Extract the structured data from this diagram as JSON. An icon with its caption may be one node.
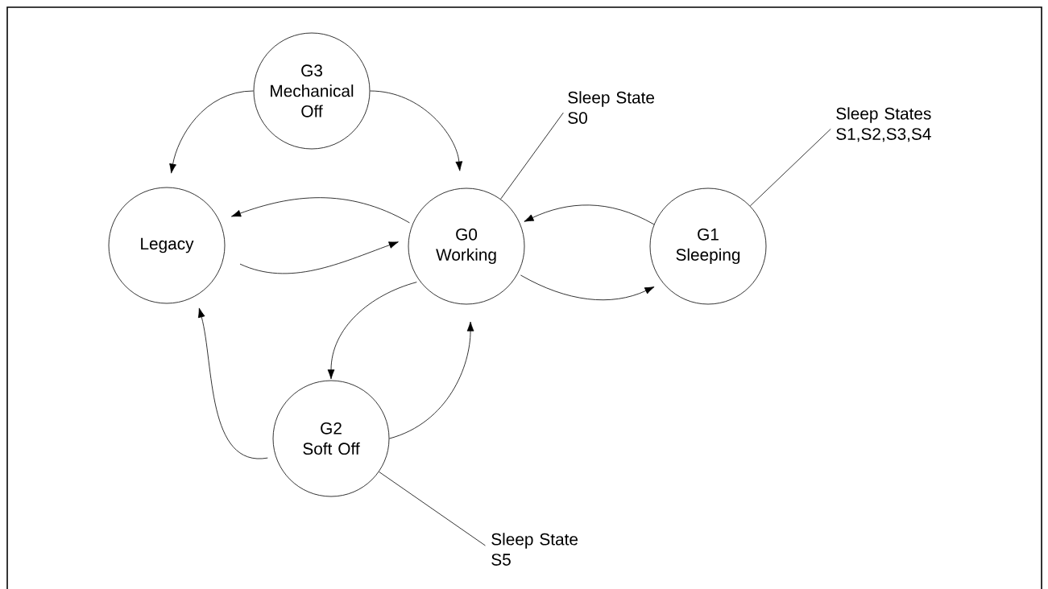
{
  "diagram": {
    "nodes": [
      {
        "text": [
          "G3",
          "Mechanical Off"
        ]
      },
      {
        "text": [
          "Legacy"
        ]
      },
      {
        "text": [
          "G0",
          "Working"
        ]
      },
      {
        "text": [
          "G1",
          "Sleeping"
        ]
      },
      {
        "text": [
          "G2",
          "Soft Off"
        ]
      },
      {
        "text": [
          "Sleep State S0"
        ]
      },
      {
        "text": [
          "Sleep States S1,S2,S3,S4"
        ]
      },
      {
        "text": [
          "Sleep State S5"
        ]
      }
    ],
    "edges": [
      {
        "from": 0,
        "to": 1,
        "arrow": "to"
      },
      {
        "from": 0,
        "to": 2,
        "arrow": "to"
      },
      {
        "from": 2,
        "to": 1,
        "arrow": "to"
      },
      {
        "from": 1,
        "to": 2,
        "arrow": "to"
      },
      {
        "from": 3,
        "to": 2,
        "arrow": "to"
      },
      {
        "from": 2,
        "to": 3,
        "arrow": "to"
      },
      {
        "from": 2,
        "to": 4,
        "arrow": "to"
      },
      {
        "from": 4,
        "to": 2,
        "arrow": "to"
      },
      {
        "from": 4,
        "to": 1,
        "arrow": "to"
      },
      {
        "from": 5,
        "to": 2,
        "arrow": "none"
      },
      {
        "from": 6,
        "to": 3,
        "arrow": "none"
      },
      {
        "from": 7,
        "to": 4,
        "arrow": "none"
      }
    ]
  }
}
